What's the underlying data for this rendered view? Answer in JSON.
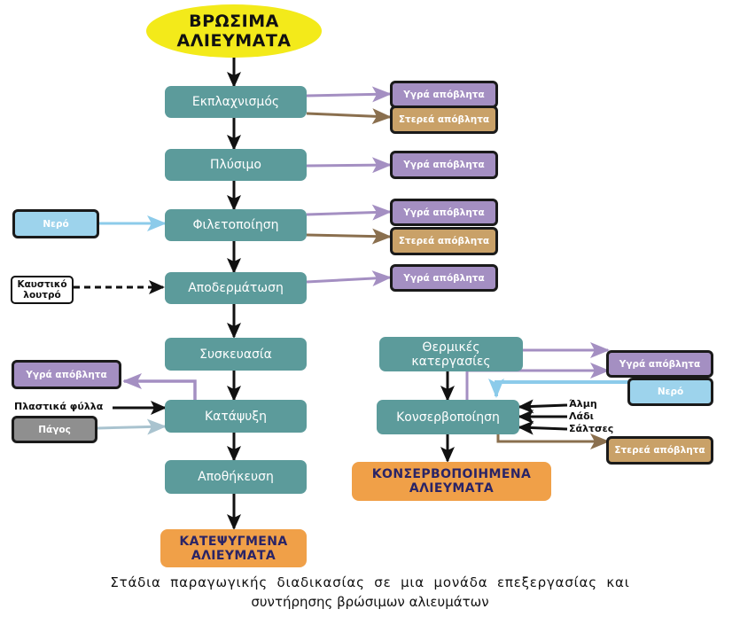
{
  "start": {
    "line1": "ΒΡΩΣΙΜΑ",
    "line2": "ΑΛΙΕΥΜΑΤΑ"
  },
  "colors": {
    "process": "#5c9b9b",
    "liquid_waste": "#a48fc2",
    "solid_waste": "#c9a168",
    "water": "#9dd3ec",
    "ice": "#8f8f8f",
    "start": "#f3ea1a",
    "final": "#f0a048",
    "final_text": "#2a2466"
  },
  "left_chain": {
    "steps": [
      "Εκπλαχνισμός",
      "Πλύσιμο",
      "Φιλετοποίηση",
      "Αποδερμάτωση",
      "Συσκευασία",
      "Κατάψυξη",
      "Αποθήκευση"
    ],
    "final": {
      "line1": "ΚΑΤΕΨΥΓΜΕΝΑ",
      "line2": "ΑΛΙΕΥΜΑΤΑ"
    }
  },
  "right_chain": {
    "steps": [
      {
        "line1": "Θερμικές",
        "line2": "κατεργασίες"
      },
      {
        "line1": "Κονσερβοποίηση"
      }
    ],
    "final": {
      "line1": "ΚΟΝΣΕΡΒΟΠΟΙΗΜΕΝΑ",
      "line2": "ΑΛΙΕΥΜΑΤΑ"
    },
    "additives": [
      "Άλμη",
      "Λάδι",
      "Σάλτσες"
    ]
  },
  "outputs": {
    "liquid_waste": "Υγρά απόβλητα",
    "solid_waste": "Στερεά απόβλητα",
    "water": "Νερό",
    "ice": "Πάγος",
    "plastic_sheets": "Πλαστικά φύλλα",
    "caustic_bath": {
      "line1": "Καυστικό",
      "line2": "λουτρό"
    }
  },
  "caption": {
    "line1": "Στάδια παραγωγικής διαδικασίας σε μια μονάδα επεξεργασίας και",
    "line2": "συντήρησης βρώσιμων αλιευμάτων"
  }
}
